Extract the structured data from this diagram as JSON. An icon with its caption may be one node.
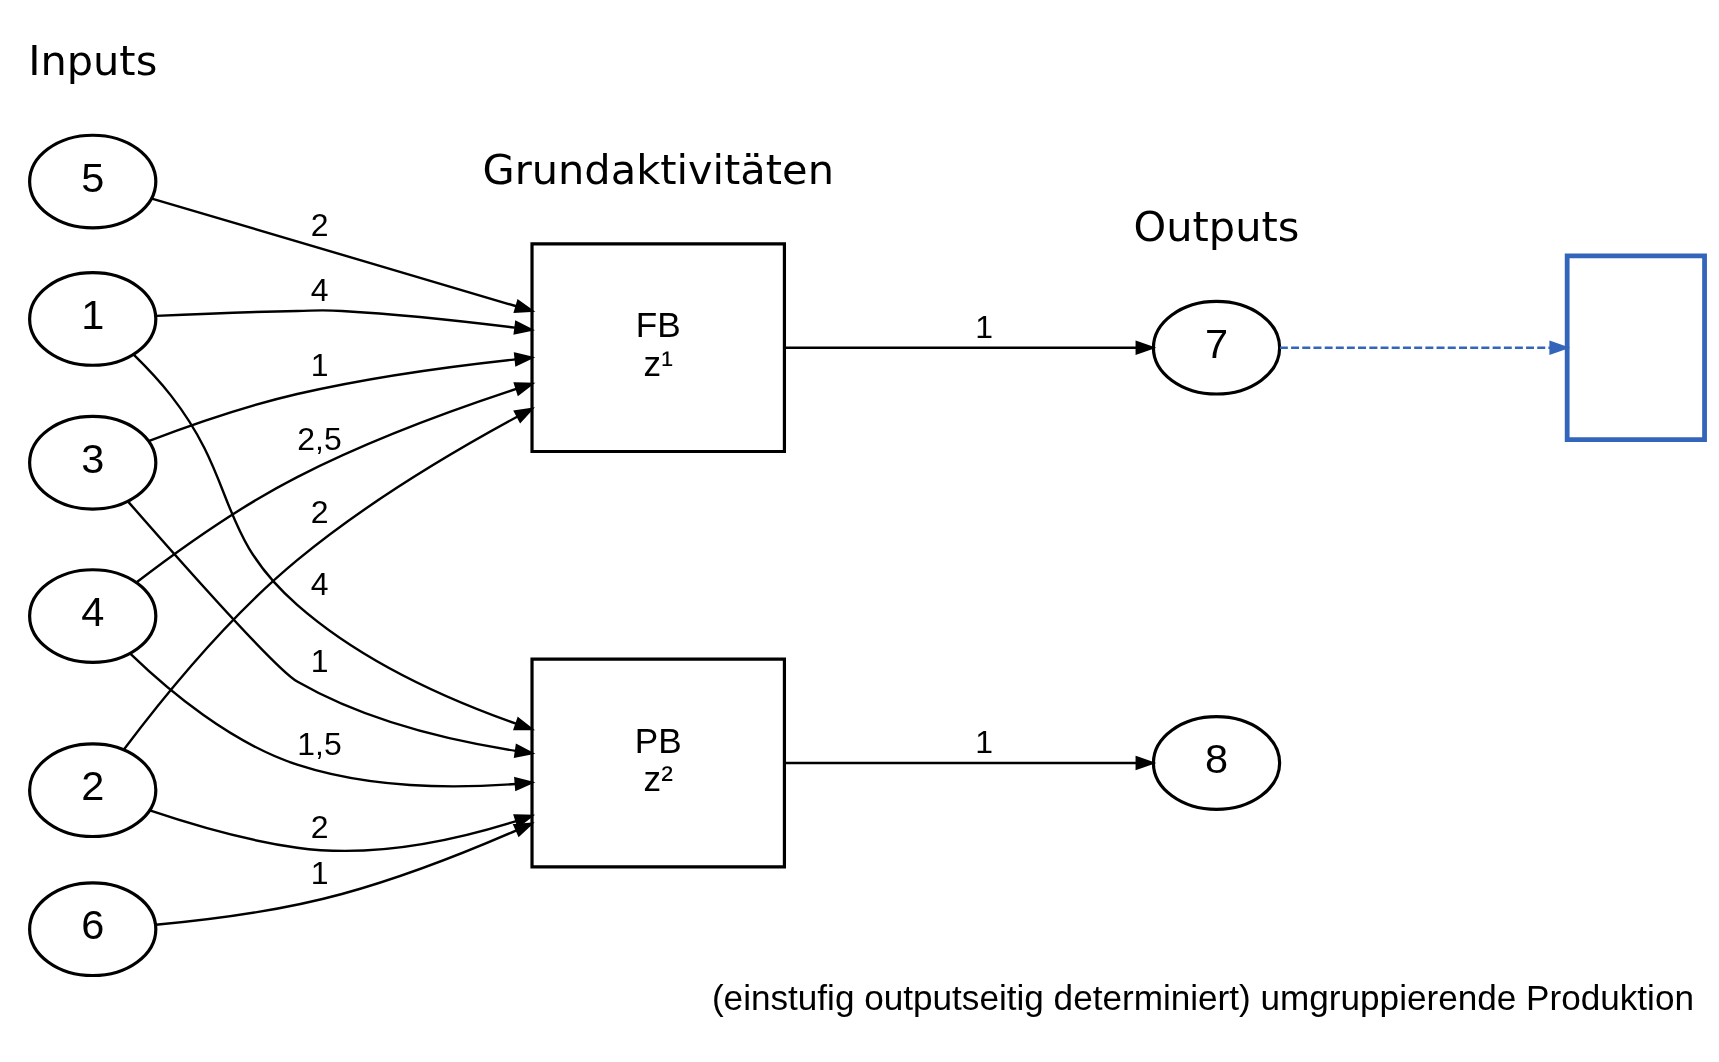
{
  "diagram": {
    "caption": "(einstufig outputseitig determiniert) umgruppierende Produktion",
    "nodes": [
      {
        "text": [
          "1"
        ]
      },
      {
        "text": [
          "2"
        ]
      },
      {
        "text": [
          "3"
        ]
      },
      {
        "text": [
          "4"
        ]
      },
      {
        "text": [
          "5"
        ]
      },
      {
        "text": [
          "6"
        ]
      },
      {
        "text": [
          "FB",
          "z¹"
        ]
      },
      {
        "text": [
          "PB",
          "z²"
        ]
      },
      {
        "text": [
          "7"
        ]
      },
      {
        "text": [
          "8"
        ]
      },
      {
        "text": [],
        "shape": "box"
      }
    ],
    "edges": [
      {
        "from": 0,
        "to": 6,
        "arrow": "to",
        "label": "4"
      },
      {
        "from": 0,
        "to": 7,
        "arrow": "to",
        "label": "4"
      },
      {
        "from": 1,
        "to": 6,
        "arrow": "to",
        "label": "2"
      },
      {
        "from": 1,
        "to": 7,
        "arrow": "to",
        "label": "2"
      },
      {
        "from": 2,
        "to": 6,
        "arrow": "to",
        "label": "1"
      },
      {
        "from": 2,
        "to": 7,
        "arrow": "to",
        "label": "1"
      },
      {
        "from": 3,
        "to": 6,
        "arrow": "to",
        "label": "2,5"
      },
      {
        "from": 3,
        "to": 7,
        "arrow": "to",
        "label": "1,5"
      },
      {
        "from": 4,
        "to": 6,
        "arrow": "to",
        "label": "2"
      },
      {
        "from": 5,
        "to": 7,
        "arrow": "to",
        "label": "1"
      },
      {
        "from": 6,
        "to": 8,
        "arrow": "to",
        "label": "1"
      },
      {
        "from": 7,
        "to": 9,
        "arrow": "to",
        "label": "1"
      },
      {
        "from": 8,
        "to": 10,
        "arrow": "to",
        "style": "dashed",
        "color": "#3366bb"
      }
    ],
    "labels": [
      "Inputs",
      "Grundaktivitäten",
      "Outputs"
    ]
  }
}
